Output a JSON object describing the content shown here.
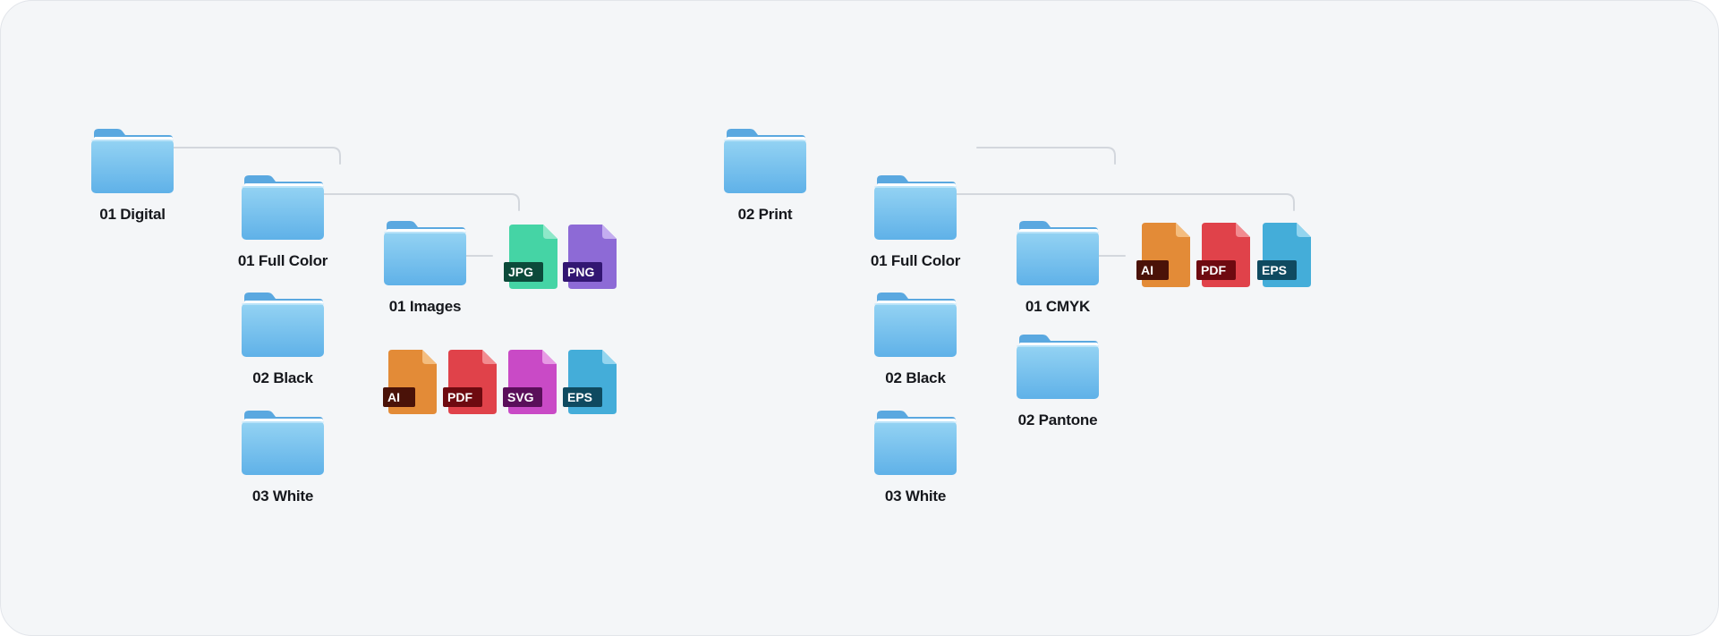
{
  "colors": {
    "background": "#f4f6f8",
    "connector": "#d3d7dd",
    "folder_top": "#94d3f3",
    "folder_bottom": "#5fb1e8",
    "folder_tab": "#5aa8e0"
  },
  "folders": [
    {
      "id": "digital",
      "label": "01 Digital"
    },
    {
      "id": "digital_full_color",
      "label": "01 Full Color"
    },
    {
      "id": "digital_black",
      "label": "02 Black"
    },
    {
      "id": "digital_white",
      "label": "03 White"
    },
    {
      "id": "images",
      "label": "01 Images"
    },
    {
      "id": "print",
      "label": "02 Print"
    },
    {
      "id": "print_full_color",
      "label": "01 Full Color"
    },
    {
      "id": "print_black",
      "label": "02 Black"
    },
    {
      "id": "print_white",
      "label": "03 White"
    },
    {
      "id": "cmyk",
      "label": "01 CMYK"
    },
    {
      "id": "pantone",
      "label": "02 Pantone"
    }
  ],
  "files": [
    {
      "id": "jpg",
      "ext": "JPG",
      "color": "#45d4a5",
      "fold": "#8ee8c9",
      "badge": "#0c4a3a"
    },
    {
      "id": "png",
      "ext": "PNG",
      "color": "#8d6ad6",
      "fold": "#c4adf0",
      "badge": "#321672"
    },
    {
      "id": "ai",
      "ext": "AI",
      "color": "#e38b37",
      "fold": "#f4bd7f",
      "badge": "#4a1208"
    },
    {
      "id": "pdf",
      "ext": "PDF",
      "color": "#e0424a",
      "fold": "#f28c90",
      "badge": "#6e0a10"
    },
    {
      "id": "svg",
      "ext": "SVG",
      "color": "#c94ac6",
      "fold": "#e79ae4",
      "badge": "#5a0f5a"
    },
    {
      "id": "eps",
      "ext": "EPS",
      "color": "#44add9",
      "fold": "#94d5ef",
      "badge": "#0f4a60"
    },
    {
      "id": "cmyk_ai",
      "ext": "AI",
      "color": "#e38b37",
      "fold": "#f4bd7f",
      "badge": "#4a1208"
    },
    {
      "id": "cmyk_pdf",
      "ext": "PDF",
      "color": "#e0424a",
      "fold": "#f28c90",
      "badge": "#6e0a10"
    },
    {
      "id": "cmyk_eps",
      "ext": "EPS",
      "color": "#44add9",
      "fold": "#94d5ef",
      "badge": "#0f4a60"
    }
  ]
}
